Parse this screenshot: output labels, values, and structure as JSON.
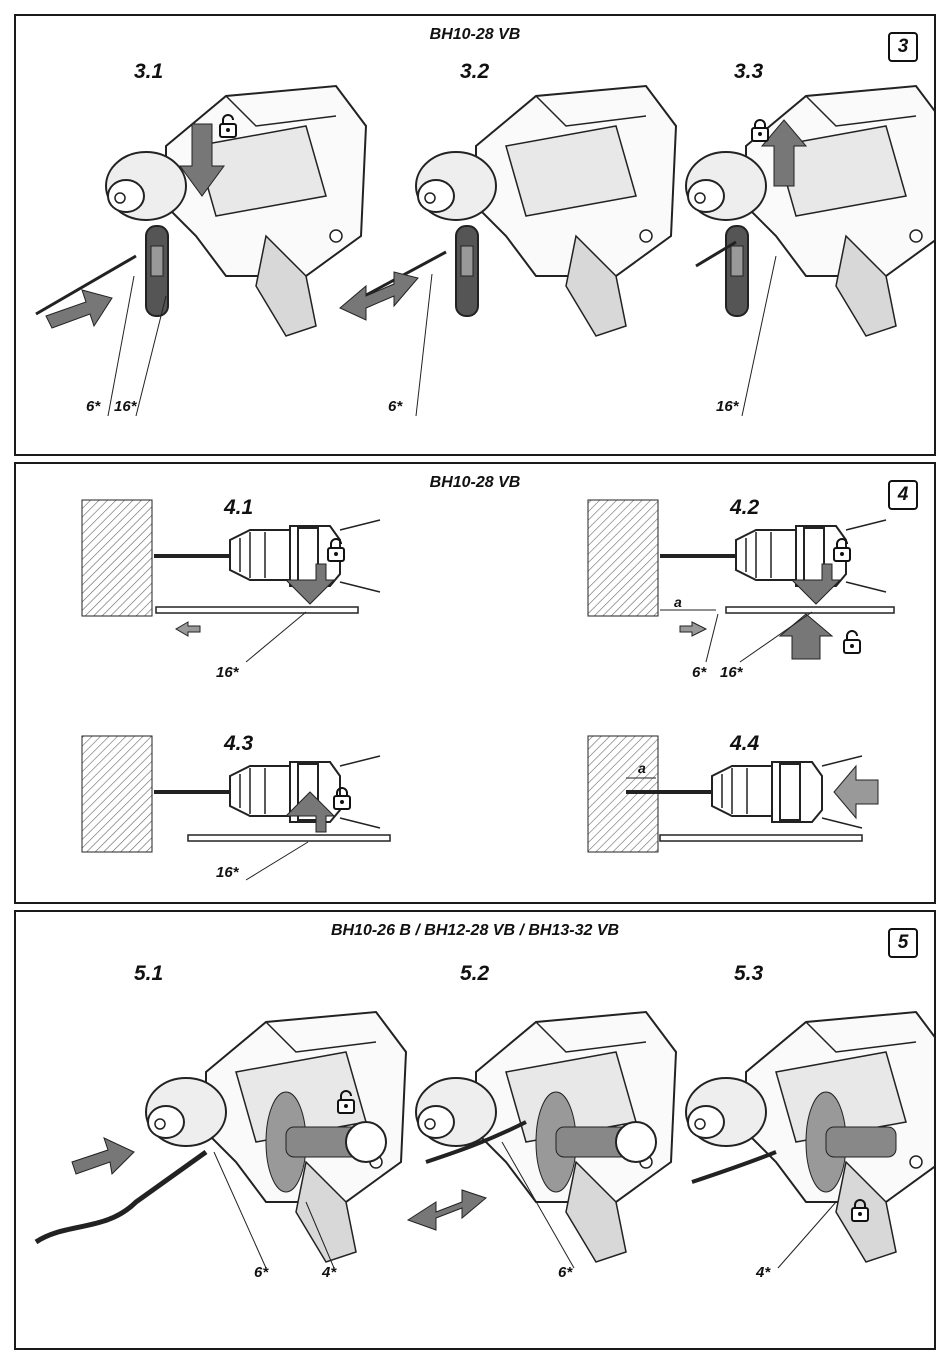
{
  "panels": [
    {
      "model": "BH10-28 VB",
      "number": "3",
      "steps": [
        "3.1",
        "3.2",
        "3.3"
      ],
      "refs": [
        "6*",
        "16*",
        "6*",
        "16*"
      ]
    },
    {
      "model": "BH10-28 VB",
      "number": "4",
      "steps": [
        "4.1",
        "4.2",
        "4.3",
        "4.4"
      ],
      "refs": [
        "16*",
        "6*",
        "16*",
        "16*"
      ],
      "dimension_label": "a"
    },
    {
      "model": "BH10-26 B / BH12-28 VB / BH13-32 VB",
      "number": "5",
      "steps": [
        "5.1",
        "5.2",
        "5.3"
      ],
      "refs": [
        "6*",
        "4*",
        "6*",
        "4*"
      ]
    }
  ],
  "icons": [
    "lock-open-icon",
    "lock-closed-icon",
    "arrow-icon",
    "rotary-hammer-drawing",
    "wall-hatch"
  ]
}
